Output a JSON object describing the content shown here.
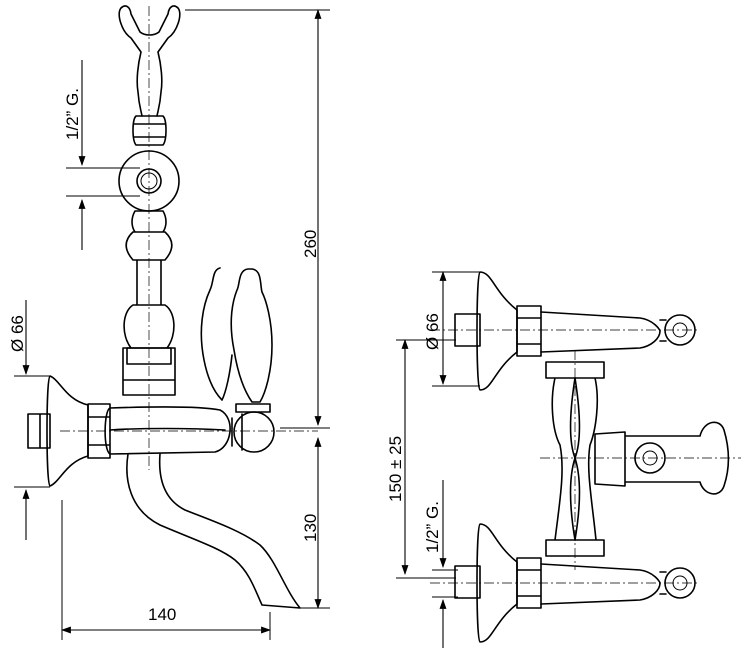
{
  "dimensions": {
    "height_total": "260",
    "height_spout": "130",
    "spout_reach": "140",
    "flange_diameter_left": "Ø 66",
    "thread_left": "1/2” G.",
    "flange_diameter_right": "Ø 66",
    "center_distance": "150 ± 25",
    "thread_right": "1/2” G."
  }
}
